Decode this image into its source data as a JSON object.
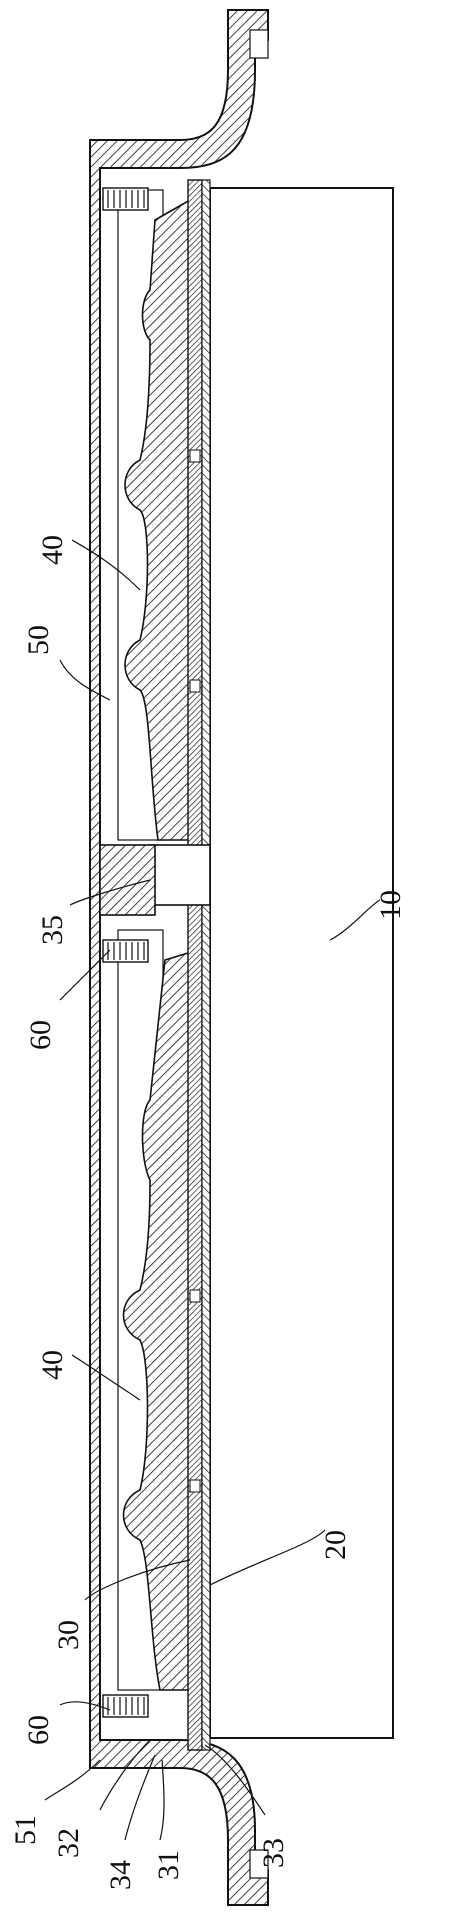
{
  "figure": {
    "labels": [
      {
        "id": "10",
        "text": "10"
      },
      {
        "id": "20",
        "text": "20"
      },
      {
        "id": "30",
        "text": "30"
      },
      {
        "id": "31",
        "text": "31"
      },
      {
        "id": "32",
        "text": "32"
      },
      {
        "id": "33",
        "text": "33"
      },
      {
        "id": "34",
        "text": "34"
      },
      {
        "id": "35",
        "text": "35"
      },
      {
        "id": "40a",
        "text": "40"
      },
      {
        "id": "40b",
        "text": "40"
      },
      {
        "id": "50",
        "text": "50"
      },
      {
        "id": "51",
        "text": "51"
      },
      {
        "id": "60a",
        "text": "60"
      },
      {
        "id": "60b",
        "text": "60"
      }
    ]
  },
  "colors": {
    "line": "#111111",
    "background": "#ffffff"
  }
}
